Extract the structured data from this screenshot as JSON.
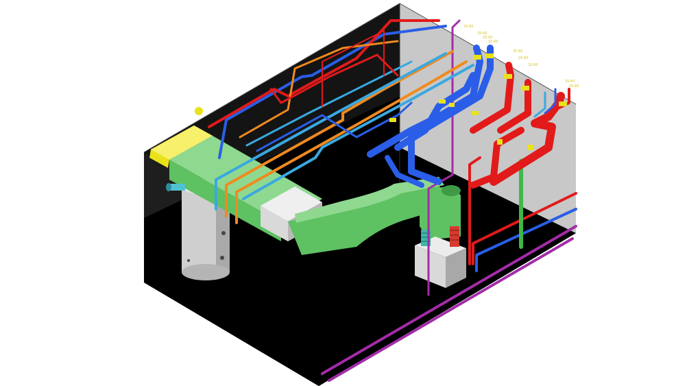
{
  "image": {
    "subject": "isometric 3D render of an HVAC / plumbing mechanical room",
    "background": "#ffffff"
  },
  "colors": {
    "floor": "#000000",
    "left_wall": "#1e1e1e",
    "back_wall": "#141414",
    "right_wall": "#c8c8c8",
    "duct_green": "#5ec162",
    "duct_green_top": "#8ed98f",
    "duct_yellow": "#e9e21a",
    "tank_grey": "#cfcfcf",
    "box_grey": "#d9d9d9",
    "pipe_red": "#e21a1a",
    "pipe_blue": "#2a5ee8",
    "pipe_cyan": "#3aa8e0",
    "pipe_orange": "#ef8a1f",
    "pipe_purple": "#a32ca8",
    "pipe_green": "#3db84a",
    "label_yellow": "#d6c21b"
  },
  "pipe_labels": [
    "25-60",
    "25-60",
    "32-60",
    "32-60",
    "25-60",
    "25-60",
    "32-60",
    "25-60",
    "25-60"
  ]
}
